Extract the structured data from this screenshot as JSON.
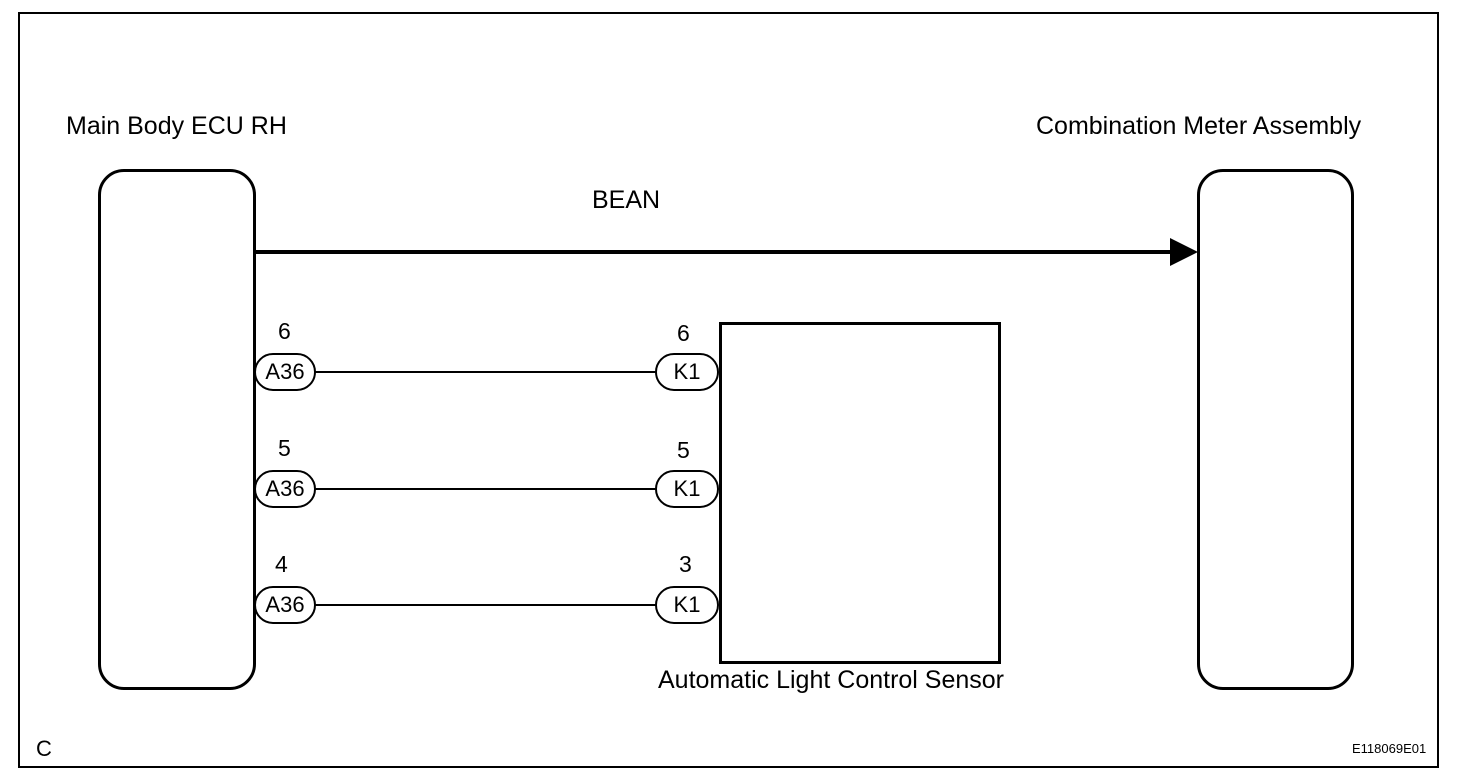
{
  "ecu_left": {
    "label": "Main Body ECU RH"
  },
  "ecu_right": {
    "label": "Combination Meter Assembly"
  },
  "bus": {
    "label": "BEAN"
  },
  "sensor": {
    "label": "Automatic Light Control Sensor"
  },
  "wires": [
    {
      "ecu_connector": "A36",
      "ecu_pin": "6",
      "sensor_connector": "K1",
      "sensor_pin": "6"
    },
    {
      "ecu_connector": "A36",
      "ecu_pin": "5",
      "sensor_connector": "K1",
      "sensor_pin": "5"
    },
    {
      "ecu_connector": "A36",
      "ecu_pin": "4",
      "sensor_connector": "K1",
      "sensor_pin": "3"
    }
  ],
  "corner_label": "C",
  "figure_code": "E118069E01"
}
